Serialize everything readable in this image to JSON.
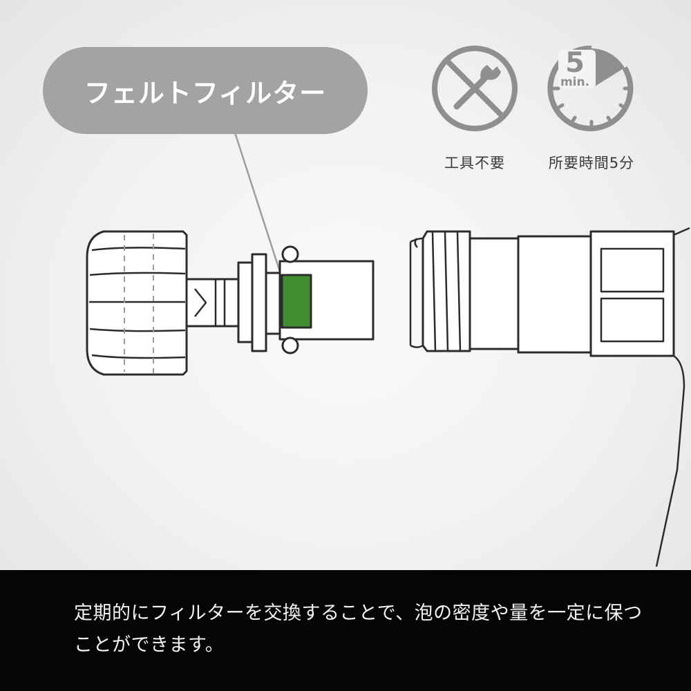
{
  "callout": {
    "label": "フェルトフィルター"
  },
  "badges": [
    {
      "icon": "no-tools-icon",
      "label": "工具不要"
    },
    {
      "icon": "five-minute-clock-icon",
      "number": "5",
      "unit": "min.",
      "label": "所要時間5分"
    }
  ],
  "footer": {
    "text": "定期的にフィルターを交換することで、泡の密度や量を一定に保つことができます。"
  },
  "colors": {
    "filter_green": "#3f8f2f",
    "callout_gray": "#a3a3a3",
    "icon_gray": "#8f8f8f",
    "footer_bg": "#050505"
  }
}
